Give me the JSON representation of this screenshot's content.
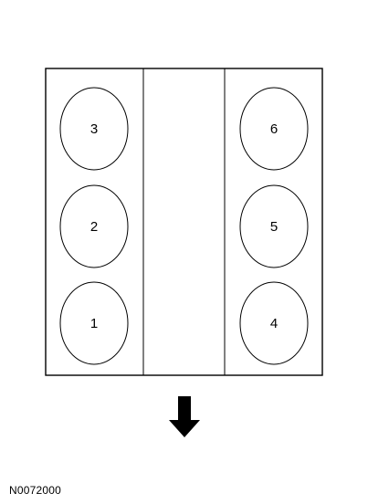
{
  "cylinders": {
    "left_bank": [
      "3",
      "2",
      "1"
    ],
    "right_bank": [
      "6",
      "5",
      "4"
    ]
  },
  "figure_id": "N0072000",
  "colors": {
    "stroke": "#000000",
    "background": "#ffffff"
  },
  "icons": {
    "front_arrow": "arrow-down-icon"
  }
}
